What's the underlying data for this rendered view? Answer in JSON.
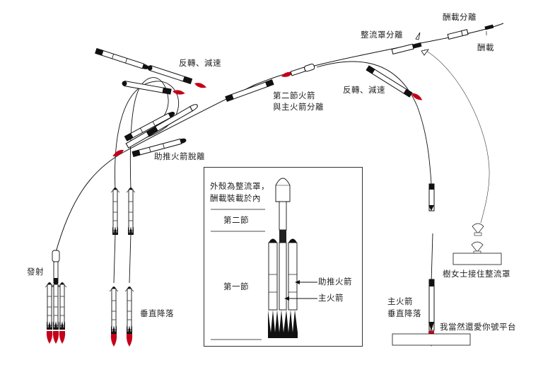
{
  "colors": {
    "flame": "#c4001a",
    "line": "#111111",
    "body": "#ffffff"
  },
  "labels": {
    "payload_separation": "酬載分離",
    "payload": "酬載",
    "fairing_separation": "整流罩分離",
    "flip_slow_left": "反轉、減速",
    "flip_slow_right": "反轉、減速",
    "second_stage_sep_line1": "第二節火箭",
    "second_stage_sep_line2": "與主火箭分離",
    "booster_separation": "助推火箭脫離",
    "launch": "發射",
    "vertical_landing": "垂直降落",
    "core_landing_line1": "主火箭",
    "core_landing_line2": "垂直降落",
    "drone_ship": "我當然還愛你號平台",
    "fairing_catch": "樹女士接住整流罩"
  },
  "inset": {
    "fairing_line1": "外殼為整流罩，",
    "fairing_line2": "酬載裝載於內",
    "second_stage": "第二節",
    "first_stage": "第一節",
    "side_booster": "助推火箭",
    "core": "主火箭"
  }
}
